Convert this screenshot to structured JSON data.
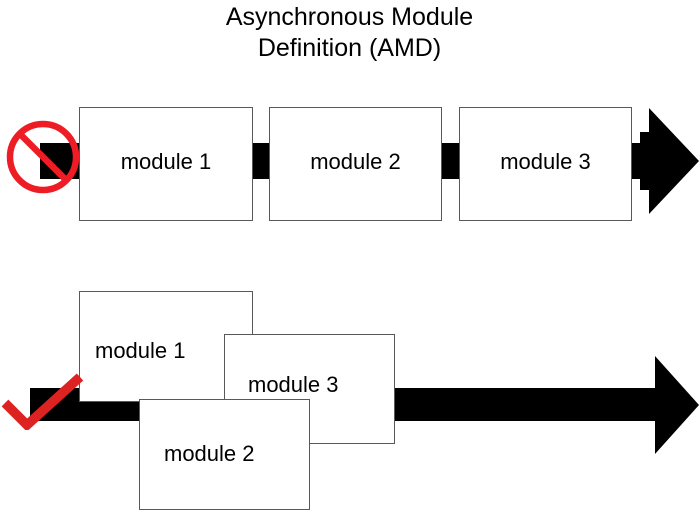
{
  "title": {
    "line1": "Asynchronous Module",
    "line2": "Definition (AMD)",
    "full": "Asynchronous Module\nDefinition (AMD)"
  },
  "colors": {
    "background": "#ffffff",
    "arrow": "#000000",
    "box_fill": "#ffffff",
    "box_border": "#595959",
    "prohibition_red": "#ee1c24",
    "check_red": "#dd2222",
    "text": "#000000"
  },
  "rows": [
    {
      "id": "synchronous-row",
      "status_icon": "prohibition-icon",
      "status_meaning": "not-allowed",
      "layout": "sequential",
      "modules": [
        {
          "label": "module 1"
        },
        {
          "label": "module 2"
        },
        {
          "label": "module 3"
        }
      ]
    },
    {
      "id": "asynchronous-row",
      "status_icon": "check-icon",
      "status_meaning": "allowed",
      "layout": "overlapping",
      "modules": [
        {
          "label": "module 1",
          "stack_order": 1
        },
        {
          "label": "module 3",
          "stack_order": 2
        },
        {
          "label": "module 2",
          "stack_order": 3
        }
      ]
    }
  ]
}
